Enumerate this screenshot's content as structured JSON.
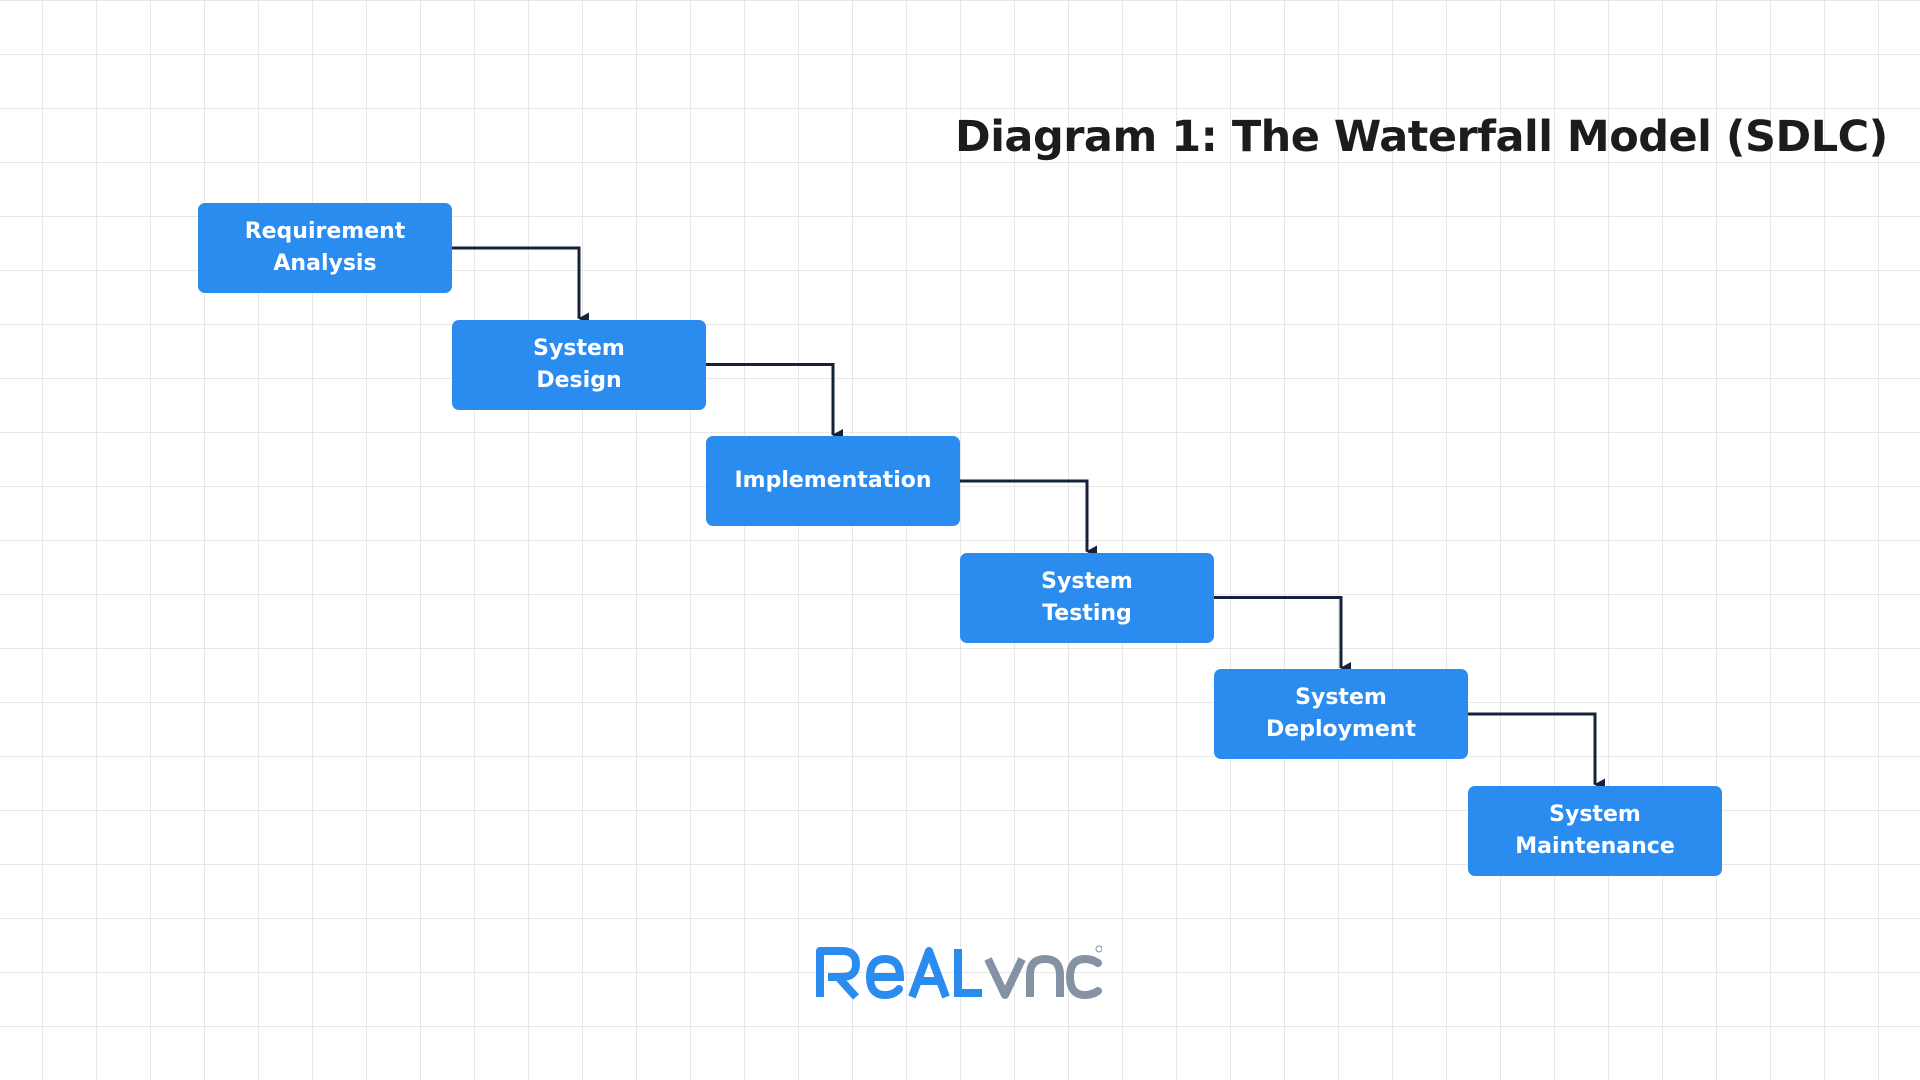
{
  "diagram": {
    "title": "Diagram 1: The Waterfall Model (SDLC)",
    "box_color": "#2b8cef",
    "connector_color": "#16213a",
    "stages": [
      {
        "id": "requirement-analysis",
        "label": "Requirement\nAnalysis"
      },
      {
        "id": "system-design",
        "label": "System\nDesign"
      },
      {
        "id": "implementation",
        "label": "Implementation"
      },
      {
        "id": "system-testing",
        "label": "System\nTesting"
      },
      {
        "id": "system-deployment",
        "label": "System\nDeployment"
      },
      {
        "id": "system-maintenance",
        "label": "System\nMaintenance"
      }
    ]
  },
  "logo": {
    "text": "REALVNC",
    "color_primary": "#2b8cef",
    "color_secondary": "#8592a3"
  }
}
